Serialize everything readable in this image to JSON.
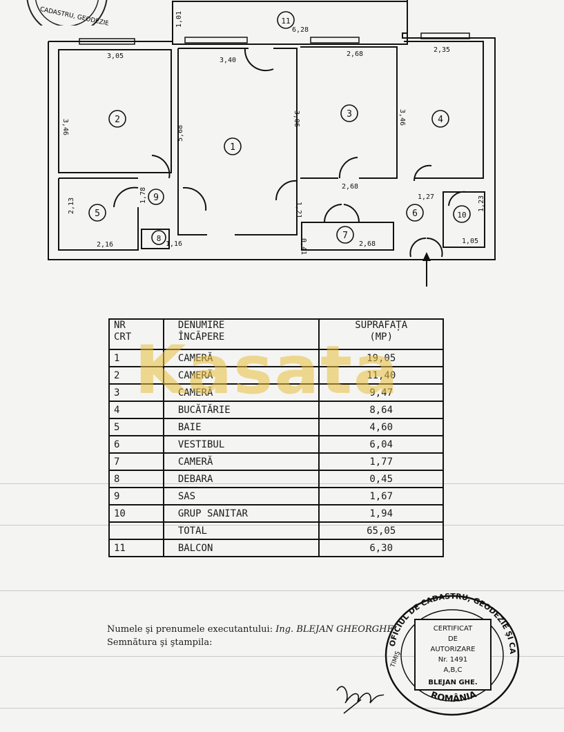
{
  "plan": {
    "room_numbers": [
      "1",
      "2",
      "3",
      "4",
      "5",
      "6",
      "7",
      "8",
      "9",
      "10",
      "11"
    ],
    "dims": {
      "r2_top": "3,05",
      "r2_side": "3,46",
      "r1_top": "3,40",
      "r1_side": "5,68",
      "balcony_len": "6,28",
      "balcony_w": "1,01",
      "r3_top": "2,68",
      "r3_side": "3,06",
      "r4_top": "2,35",
      "r4_side": "3,46",
      "r5_side": "2,13",
      "r5_bottom": "2,16",
      "r9": "1,78",
      "r8": "1,16",
      "r7_top": "2,68",
      "r7_side_a": "1,21",
      "r7_side_b": "0,41",
      "r7_bottom": "2,68",
      "r6": "1,27",
      "r10_side": "1,23",
      "r10_bottom": "1,05"
    }
  },
  "table": {
    "headers": {
      "nr": "NR\nCRT",
      "name": "DENUMIRE\nÎNCĂPERE",
      "area": "SUPRAFAȚA\n(MP)"
    },
    "rows": [
      {
        "nr": "1",
        "name": "CAMERĂ",
        "area": "19,05"
      },
      {
        "nr": "2",
        "name": "CAMERĂ",
        "area": "11,40"
      },
      {
        "nr": "3",
        "name": "CAMERĂ",
        "area": "9,47"
      },
      {
        "nr": "4",
        "name": "BUCĂTĂRIE",
        "area": "8,64"
      },
      {
        "nr": "5",
        "name": "BAIE",
        "area": "4,60"
      },
      {
        "nr": "6",
        "name": "VESTIBUL",
        "area": "6,04"
      },
      {
        "nr": "7",
        "name": "CAMERĂ",
        "area": "1,77"
      },
      {
        "nr": "8",
        "name": "DEBARA",
        "area": "0,45"
      },
      {
        "nr": "9",
        "name": "SAS",
        "area": "1,67"
      },
      {
        "nr": "10",
        "name": "GRUP SANITAR",
        "area": "1,94"
      },
      {
        "nr": "",
        "name": "TOTAL",
        "area": "65,05"
      },
      {
        "nr": "11",
        "name": "BALCON",
        "area": "6,30"
      }
    ]
  },
  "watermark": "Kasata",
  "executant": {
    "label": "Numele şi prenumele executantului:",
    "name": "Ing. BLEJAN GHEORGHE",
    "sign_label": "Semnătura şi ştampila:"
  },
  "stamp": {
    "ring_text": "OFICIUL DE CADASTRU, GEODEZIE ŞI CARTOGRAFIE",
    "bottom_text": "ROMÂNIA",
    "side_text": "TIMIŞ",
    "box": [
      "CERTIFICAT",
      "DE",
      "AUTORIZARE",
      "Nr. 1491",
      "A,B,C",
      "BLEJAN GHE."
    ]
  },
  "top_stamp_text": "CADASTRU, GEODEZIE"
}
